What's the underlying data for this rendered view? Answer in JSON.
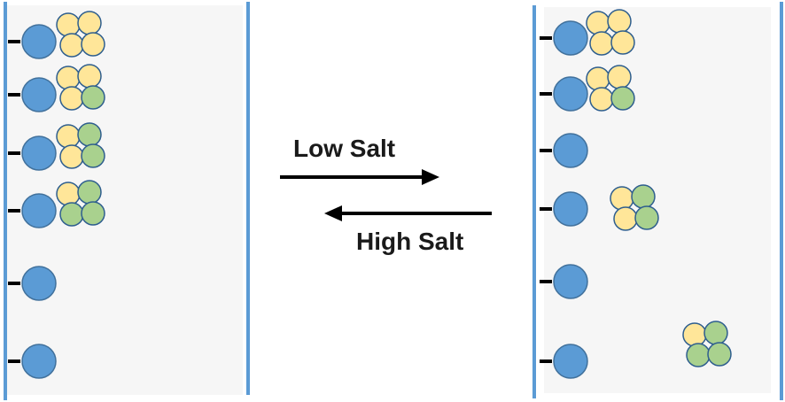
{
  "arrows": {
    "forward_label": "Low Salt",
    "reverse_label": "High Salt"
  },
  "colors": {
    "column_line": "#5B9BD5",
    "resin_bead": "#5B9BD5",
    "resin_bead_stroke": "#41719C",
    "protein_yellow": "#FFE699",
    "protein_green": "#A9D18E",
    "protein_stroke": "#2E5E8E",
    "charge_mark": "#000000",
    "column_fill": "#F4F4F4",
    "arrow": "#000000"
  },
  "columns": [
    {
      "side": "left",
      "description_state": "bound",
      "beads": [
        {
          "protein": [
            "yellow",
            "yellow",
            "yellow",
            "yellow"
          ]
        },
        {
          "protein": [
            "yellow",
            "yellow",
            "yellow",
            "green"
          ]
        },
        {
          "protein": [
            "yellow",
            "green",
            "yellow",
            "green"
          ]
        },
        {
          "protein": [
            "yellow",
            "green",
            "green",
            "green"
          ]
        },
        {
          "protein": []
        },
        {
          "protein": []
        }
      ]
    },
    {
      "side": "right",
      "description_state": "eluted",
      "beads": [
        {
          "protein": [
            "yellow",
            "yellow",
            "yellow",
            "yellow"
          ]
        },
        {
          "protein": [
            "yellow",
            "yellow",
            "yellow",
            "green"
          ]
        },
        {
          "protein": []
        },
        {
          "protein": []
        },
        {
          "protein": []
        },
        {
          "protein": []
        }
      ],
      "free_proteins": [
        {
          "protein": [
            "yellow",
            "green",
            "yellow",
            "green"
          ]
        },
        {
          "protein": [
            "yellow",
            "green",
            "green",
            "green"
          ]
        }
      ]
    }
  ]
}
